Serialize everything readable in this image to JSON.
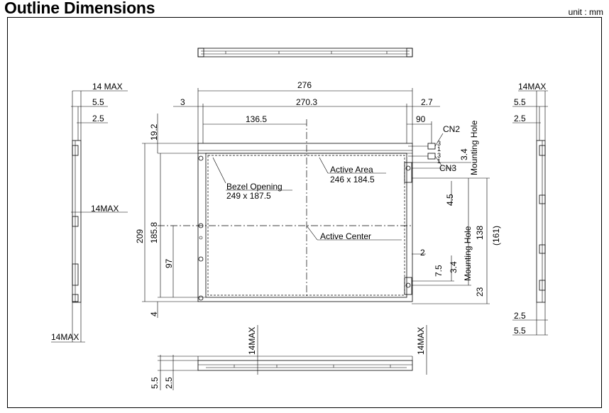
{
  "header": {
    "title": "Outline Dimensions",
    "unit": "unit : mm"
  },
  "top_view": {
    "dim_276": "276",
    "dim_3": "3",
    "dim_270_3": "270.3",
    "dim_2_7": "2.7",
    "dim_136_5": "136.5",
    "dim_90": "90"
  },
  "front_view": {
    "cn2": "CN2",
    "cn3": "CN3",
    "pin3a": "3",
    "pin1a": "1",
    "pin3b": "3",
    "pin1b": "1",
    "dim_19_2": "19.2",
    "dim_209": "209",
    "dim_185_8": "185.8",
    "dim_97": "97",
    "dim_4": "4",
    "bezel_label": "Bezel Opening",
    "bezel_size": "249 x 187.5",
    "active_area_label": "Active  Area",
    "active_area_size": "246 x 184.5",
    "active_center_label": "Active Center",
    "dim_3_4_top": "3.4",
    "mounting_hole_top": "Mounting Hole",
    "dim_4_5": "4.5",
    "dim_2": "2",
    "dim_7_5": "7.5",
    "dim_3_4_bot": "3.4",
    "mounting_hole_bot": "Mounting Hole",
    "dim_138": "138",
    "dim_161": "(161)",
    "dim_23": "23"
  },
  "left_side": {
    "dim_14max_top": "14 MAX",
    "dim_5_5": "5.5",
    "dim_2_5": "2.5",
    "dim_14max_mid": "14MAX",
    "dim_14max_bot": "14MAX"
  },
  "right_side": {
    "dim_14max": "14MAX",
    "dim_5_5_top": "5.5",
    "dim_2_5_top": "2.5",
    "dim_2_5_bot": "2.5",
    "dim_5_5_bot": "5.5"
  },
  "bottom_view": {
    "dim_14max_a": "14MAX",
    "dim_14max_b": "14MAX",
    "dim_5_5": "5.5",
    "dim_2_5": "2.5"
  }
}
